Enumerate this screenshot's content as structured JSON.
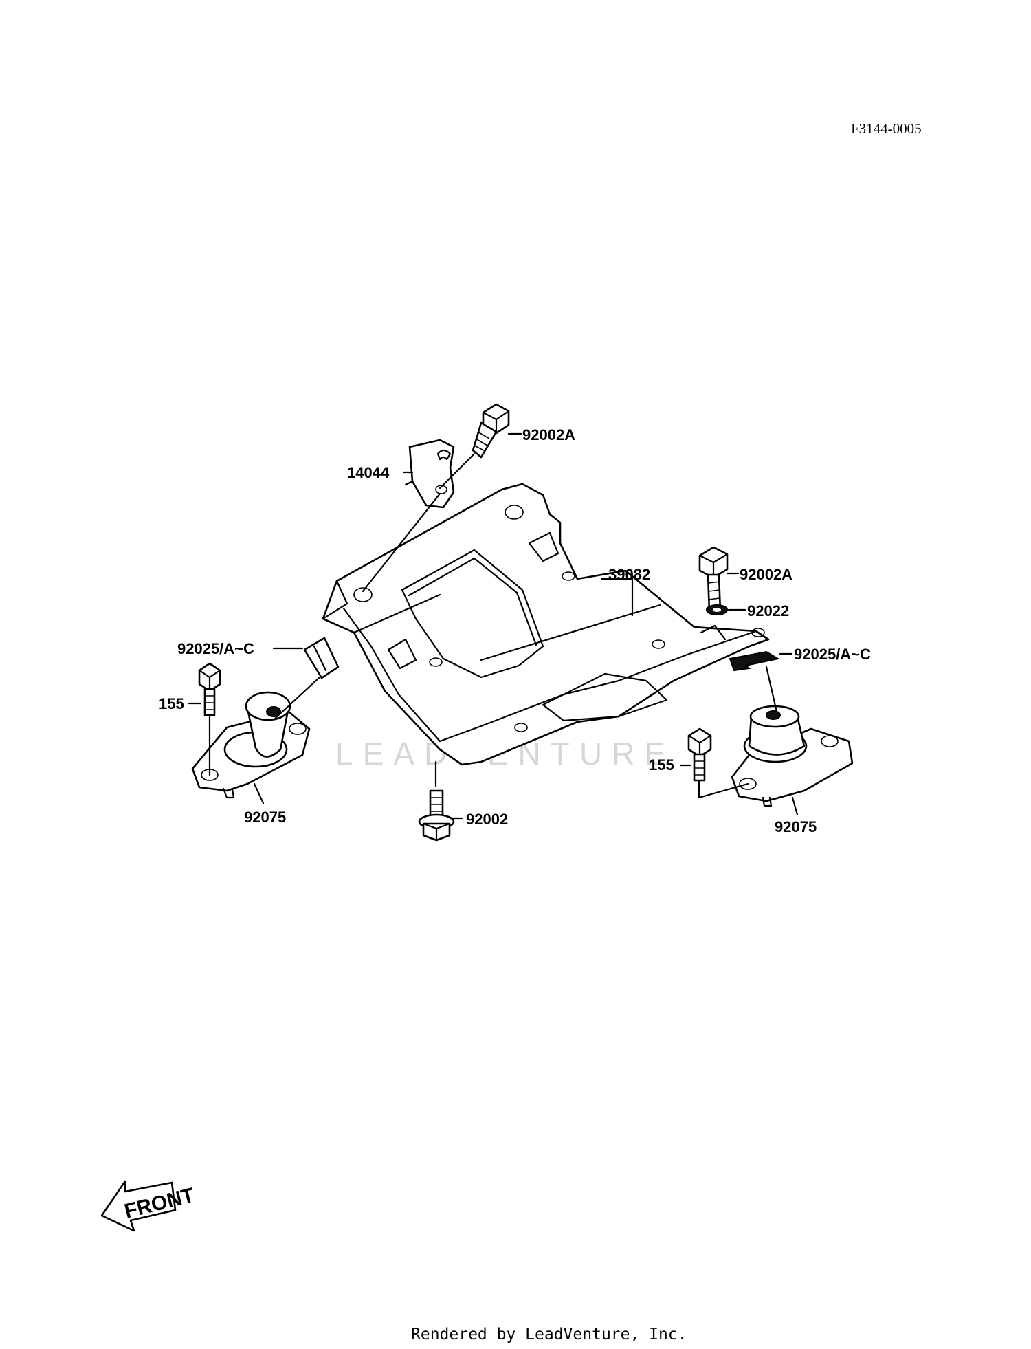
{
  "diagram": {
    "figure_code": "F3144-0005",
    "watermark": "LEADVENTURE",
    "footer": "Rendered by LeadVenture, Inc.",
    "front_label": "FRONT",
    "callouts": {
      "bolt_top": "92002A",
      "bracket": "14044",
      "plate": "39082",
      "bolt_right": "92002A",
      "washer_right": "92022",
      "clip_left": "92025/A~C",
      "clip_right": "92025/A~C",
      "bolt_mount_left": "155",
      "bolt_mount_right": "155",
      "mount_left": "92075",
      "mount_right": "92075",
      "bolt_bottom": "92002"
    }
  }
}
